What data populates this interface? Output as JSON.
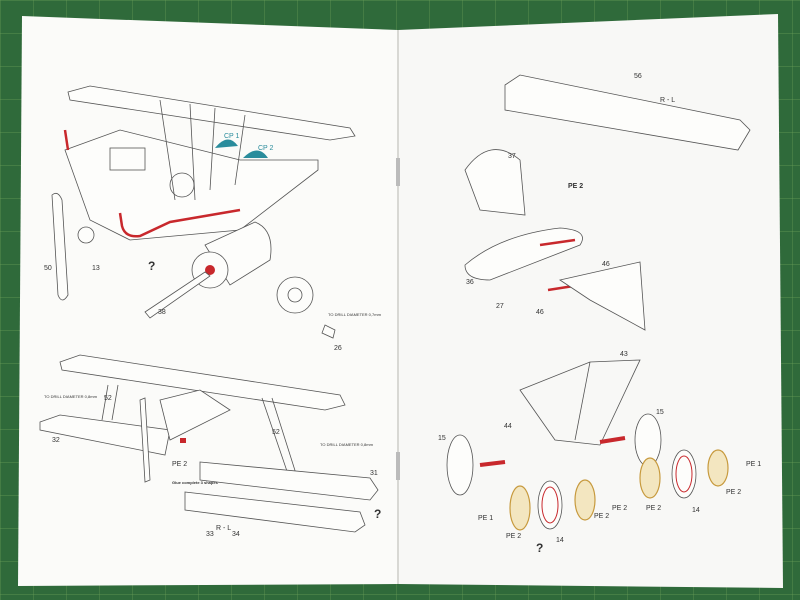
{
  "colors": {
    "mat": "#2f6a3a",
    "paper": "#fbfbf9",
    "accent_red": "#c8282c",
    "accent_teal": "#2a8c9c",
    "brass": "#c79a3e"
  },
  "left_page": {
    "top_figure": {
      "cp1": "CP 1",
      "cp2": "CP 2",
      "part_50": "50",
      "part_13": "13",
      "question": "?",
      "part_38": "38",
      "drill_note": "TO DRILL DIAMETER 0,7mm",
      "part_26": "26"
    },
    "bottom_figure": {
      "drill_note_left": "TO DRILL DIAMETER 0,8mm",
      "drill_note_right": "TO DRILL DIAMETER 0,8mm",
      "part_52_left": "52",
      "part_52_right": "52",
      "part_32": "32",
      "pe2": "PE 2",
      "glue_note": "Glue complete 3 shapes",
      "part_31": "31",
      "question": "?",
      "part_33": "33",
      "rl": "R - L",
      "part_34": "34"
    }
  },
  "right_page": {
    "wing_figure": {
      "part_56": "56",
      "rl": "R - L"
    },
    "tail_figure": {
      "part_37": "37",
      "pe2": "PE 2",
      "part_36": "36",
      "part_27": "27",
      "part_46_a": "46",
      "part_46_b": "46"
    },
    "gear_figure": {
      "part_43": "43",
      "part_15_left": "15",
      "part_44": "44",
      "part_15_right": "15",
      "pe1_left": "PE 1",
      "pe2_a": "PE 2",
      "pe2_b": "PE 2",
      "part_14_left": "14",
      "pe2_c": "PE 2",
      "pe2_d": "PE 2",
      "part_14_right": "14",
      "pe1_right": "PE 1",
      "pe2_e": "PE 2",
      "question": "?"
    }
  }
}
